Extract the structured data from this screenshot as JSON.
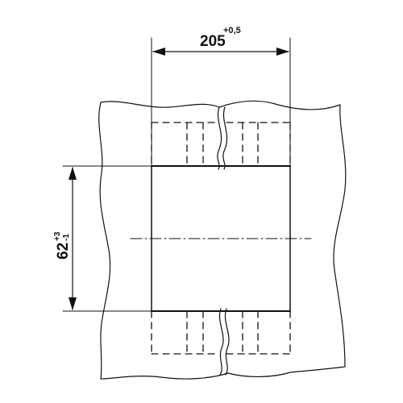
{
  "drawing": {
    "width_dimension": {
      "value": "205",
      "tolerance_upper": "+0,5"
    },
    "height_dimension": {
      "value": "62",
      "tolerance_upper": "+3",
      "tolerance_lower": "-1"
    }
  }
}
